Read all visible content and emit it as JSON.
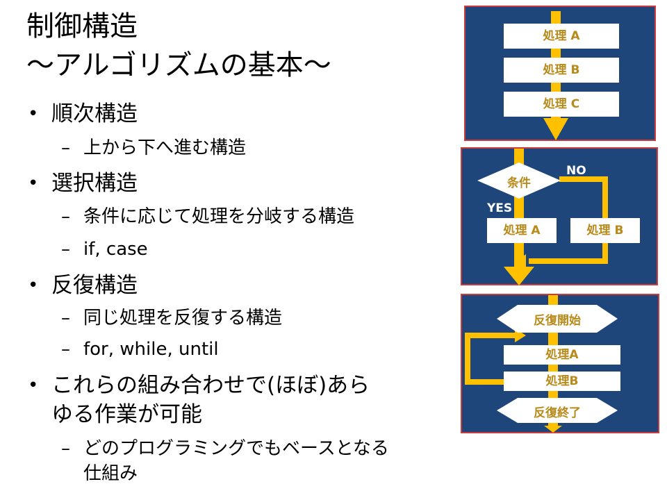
{
  "slide": {
    "title_line1": "制御構造",
    "title_line2": "～アルゴリズムの基本～",
    "bullet_glyph": "•",
    "dash_glyph": "–",
    "bullets": [
      {
        "text": "順次構造",
        "subs": [
          "上から下へ進む構造"
        ]
      },
      {
        "text": "選択構造",
        "subs": [
          "条件に応じて処理を分岐する構造",
          "if, case"
        ]
      },
      {
        "text": "反復構造",
        "subs": [
          "同じ処理を反復する構造",
          "for, while, until"
        ]
      },
      {
        "text_line1": "これらの組み合わせで(ほぼ)あら",
        "text_line2": "ゆる作業が可能",
        "sub_line1": "どのプログラミングでもベースとなる",
        "sub_line2": "仕組み"
      }
    ]
  },
  "diagrams": {
    "colors": {
      "panel_bg": "#1f467a",
      "panel_border": "#cc3b3b",
      "arrow": "#ffc000",
      "box_text": "#b88a1a"
    },
    "sequential": {
      "boxes": [
        "処理 A",
        "処理 B",
        "処理 C"
      ]
    },
    "selection": {
      "condition": "条件",
      "no_label": "NO",
      "yes_label": "YES",
      "box_a": "処理 A",
      "box_b": "処理 B"
    },
    "loop": {
      "start": "反復開始",
      "box_a": "処理A",
      "box_b": "処理B",
      "end": "反復終了"
    }
  }
}
